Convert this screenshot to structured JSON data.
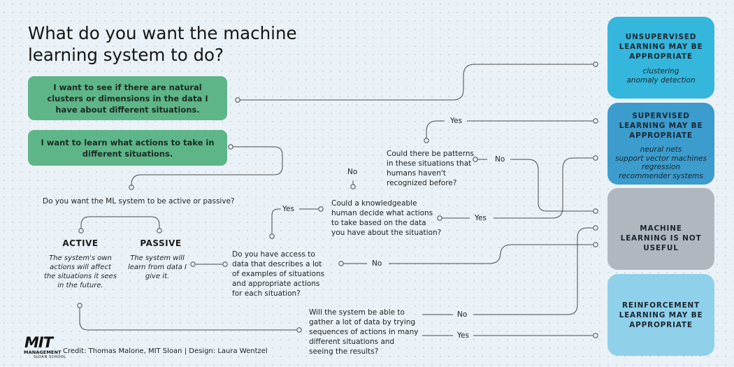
{
  "title": "What do you want the machine learning system to do?",
  "options": {
    "clusters": "I want to see if there are natural clusters or dimensions in the data I have about different situations.",
    "actions": "I want to learn what actions to take in different situations."
  },
  "questions": {
    "active_passive": "Do you want the ML system to be active or passive?",
    "access_data": "Do you have access to data that describes a lot of examples of situations and appropriate actions for each situation?",
    "knowledgeable_human": "Could a knowledgeable human decide what actions to take based on the data you have about the situation?",
    "patterns": "Could there be patterns in these situations that humans haven't recognized before?",
    "gather_data": "Will the system be able to gather a lot of data by trying sequences of actions in many different situations and seeing the results?"
  },
  "modes": {
    "active": {
      "label": "ACTIVE",
      "desc": "The system's own actions will affect the situations it sees in the future."
    },
    "passive": {
      "label": "PASSIVE",
      "desc": "The system will learn from data I give it."
    }
  },
  "edge_labels": {
    "patterns_yes": "Yes",
    "patterns_no_left": "No",
    "patterns_no_right": "No",
    "human_yes_left": "Yes",
    "human_yes_right": "Yes",
    "access_no": "No",
    "gather_no": "No",
    "gather_yes": "Yes"
  },
  "outcomes": {
    "unsupervised": {
      "title": "UNSUPERVISED LEARNING MAY BE APPROPRIATE",
      "items": [
        "clustering",
        "anomaly detection"
      ],
      "color": "#35b6dc"
    },
    "supervised": {
      "title": "SUPERVISED LEARNING MAY BE APPROPRIATE",
      "items": [
        "neural nets",
        "support vector machines",
        "regression",
        "recommender systems"
      ],
      "color": "#3b9ccd"
    },
    "not_useful": {
      "title": "MACHINE LEARNING IS NOT USEFUL",
      "items": [],
      "color": "#b1b7bf"
    },
    "reinforcement": {
      "title": "REINFORCEMENT LEARNING MAY BE APPROPRIATE",
      "items": [],
      "color": "#8fd0ea"
    }
  },
  "colors": {
    "green_box": "#5eb588",
    "line": "#4a4a4a",
    "background": "#eaf2f8"
  },
  "footer": {
    "logo_mit": "MIT",
    "logo_management": "MANAGEMENT",
    "logo_sloan": "SLOAN SCHOOL",
    "credit": "Credit: Thomas Malone, MIT Sloan | Design: Laura Wentzel"
  }
}
